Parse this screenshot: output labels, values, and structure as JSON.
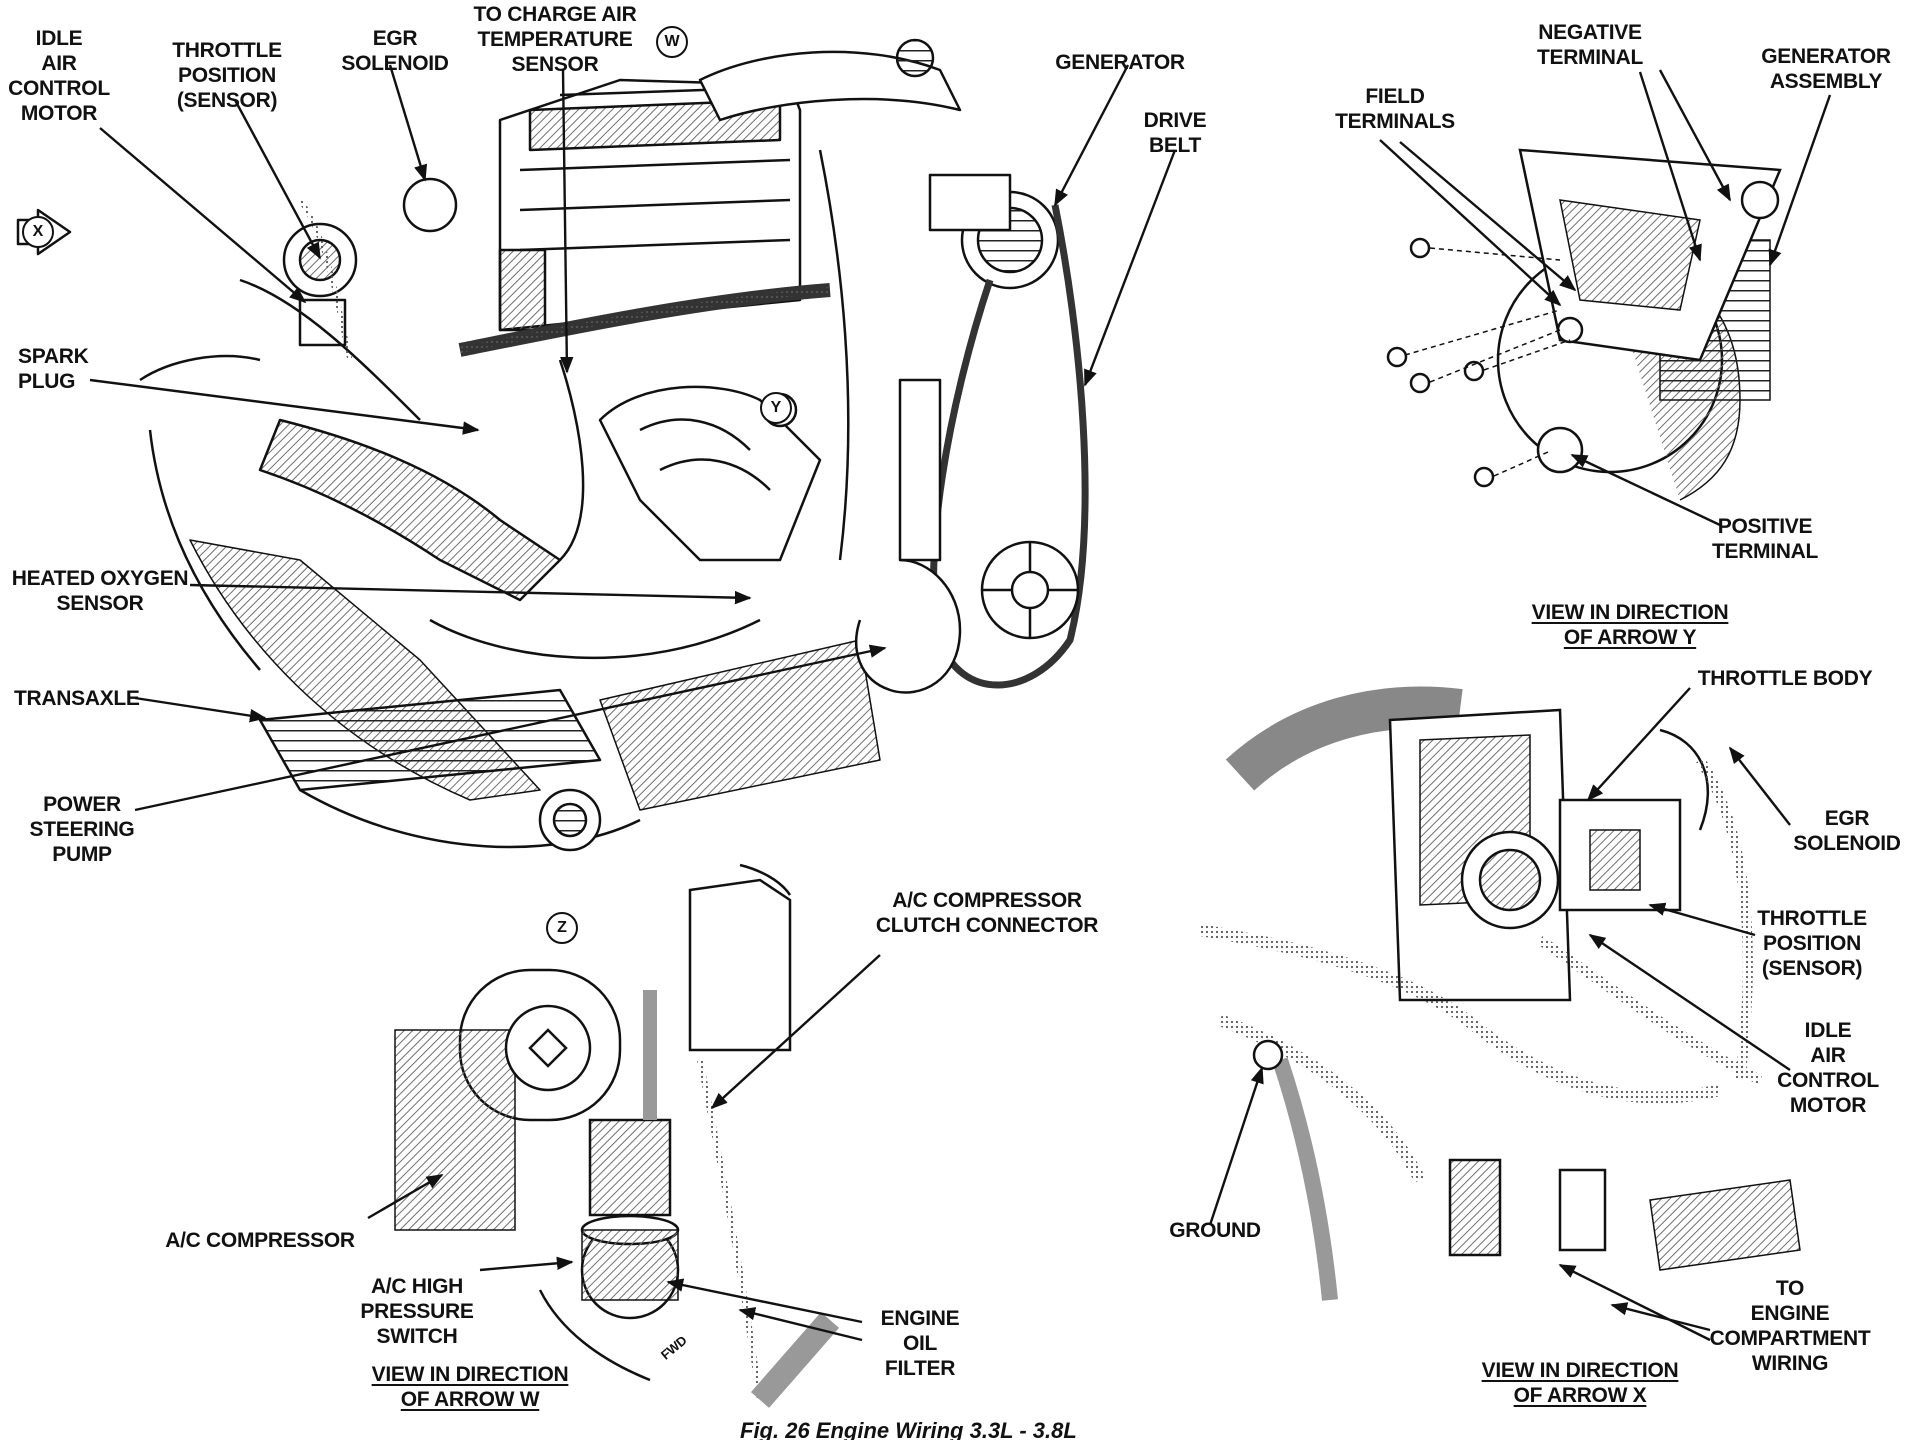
{
  "figure_title": "Fig. 26 Engine Wiring 3.3L - 3.8L",
  "colors": {
    "ink": "#111111",
    "hatch": "#6f6f6f",
    "background": "#ffffff"
  },
  "main_view": {
    "labels": {
      "idle_air_control_motor": "IDLE\nAIR\nCONTROL\nMOTOR",
      "throttle_position_sensor": "THROTTLE\nPOSITION\n(SENSOR)",
      "egr_solenoid": "EGR\nSOLENOID",
      "charge_air_temp_sensor": "TO CHARGE AIR\nTEMPERATURE\nSENSOR",
      "generator": "GENERATOR",
      "drive_belt": "DRIVE\nBELT",
      "spark_plug": "SPARK\nPLUG",
      "heated_oxygen_sensor": "HEATED OXYGEN\nSENSOR",
      "transaxle": "TRANSAXLE",
      "power_steering_pump": "POWER\nSTEERING\nPUMP"
    },
    "arrow_tags": {
      "x": "X",
      "w": "W",
      "y": "Y"
    }
  },
  "view_y": {
    "caption": "VIEW IN DIRECTION\nOF ARROW Y",
    "labels": {
      "negative_terminal": "NEGATIVE\nTERMINAL",
      "generator_assembly": "GENERATOR\nASSEMBLY",
      "field_terminals": "FIELD\nTERMINALS",
      "positive_terminal": "POSITIVE\nTERMINAL"
    }
  },
  "view_x": {
    "caption": "VIEW IN DIRECTION\nOF ARROW X",
    "labels": {
      "throttle_body": "THROTTLE BODY",
      "egr_solenoid": "EGR\nSOLENOID",
      "throttle_position_sensor": "THROTTLE\nPOSITION\n(SENSOR)",
      "idle_air_control_motor": "IDLE\nAIR\nCONTROL\nMOTOR",
      "ground": "GROUND",
      "engine_compartment_wiring": "TO\nENGINE\nCOMPARTMENT\nWIRING"
    }
  },
  "view_w": {
    "caption": "VIEW IN DIRECTION\nOF ARROW W",
    "arrow_tag": "Z",
    "fwd_tag": "FWD",
    "labels": {
      "ac_clutch_connector": "A/C COMPRESSOR\nCLUTCH CONNECTOR",
      "ac_compressor": "A/C COMPRESSOR",
      "ac_high_pressure_switch": "A/C HIGH\nPRESSURE\nSWITCH",
      "engine_oil_filter": "ENGINE\nOIL\nFILTER"
    }
  }
}
